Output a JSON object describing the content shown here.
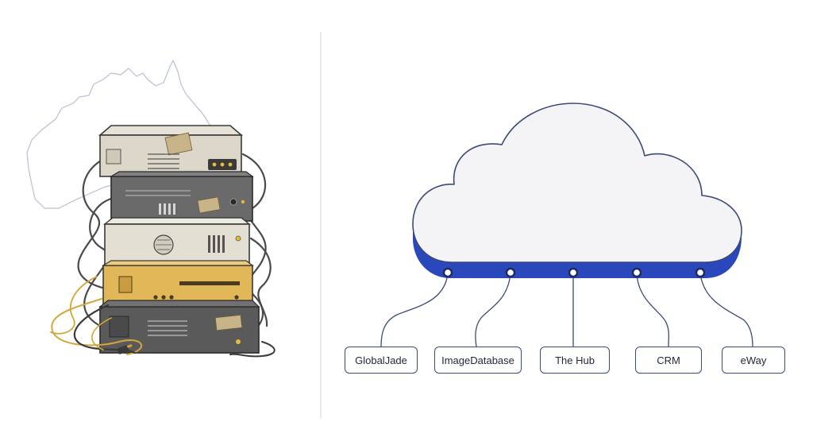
{
  "colors": {
    "accent": "#2a47bb",
    "outline": "#3c4a78",
    "cloud_fill": "#f4f4f7",
    "divider": "#d6d6d6"
  },
  "left_illustration": {
    "subject": "stack of five aging server units with tangled cables over an outline map of Australia",
    "icon": "server-stack-icon"
  },
  "cloud": {
    "icon": "cloud-icon"
  },
  "systems": [
    {
      "label": "GlobalJade"
    },
    {
      "label": "ImageDatabase"
    },
    {
      "label": "The Hub"
    },
    {
      "label": "CRM"
    },
    {
      "label": "eWay"
    }
  ]
}
